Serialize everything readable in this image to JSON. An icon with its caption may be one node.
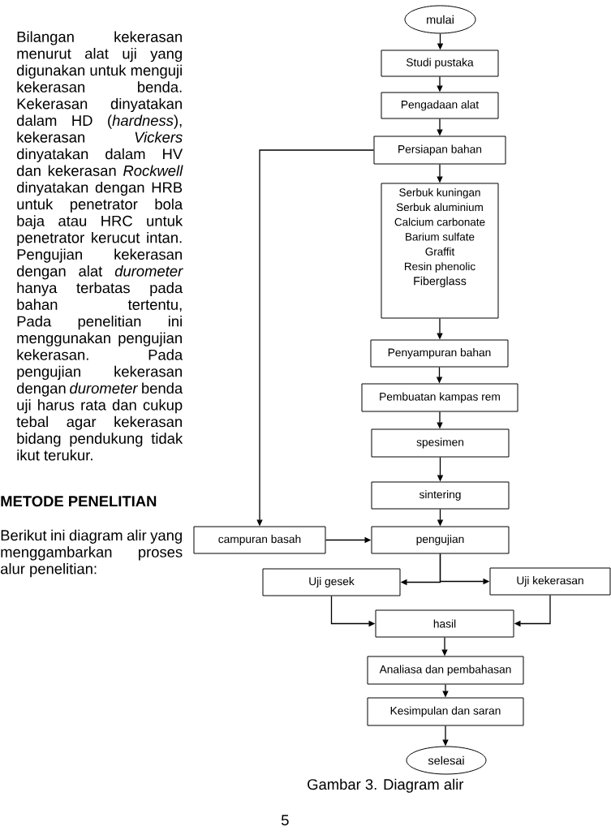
{
  "diagram": {
    "caption": "Gambar 3. Diagram alir",
    "nodes": [
      {
        "text": [
          "mulai"
        ]
      },
      {
        "text": [
          "Studi pustaka"
        ]
      },
      {
        "text": [
          "Pengadaan alat"
        ]
      },
      {
        "text": [
          "Persiapan bahan"
        ]
      },
      {
        "text": [
          "Serbuk kuningan",
          "Serbuk aluminium",
          "Calcium carbonate",
          "Barium sulfate",
          "Graffit",
          "Resin phenolic",
          "Fiberglass"
        ]
      },
      {
        "text": [
          "Penyampuran bahan"
        ]
      },
      {
        "text": [
          "Pembuatan kampas rem"
        ]
      },
      {
        "text": [
          "spesimen"
        ]
      },
      {
        "text": [
          "sintering"
        ]
      },
      {
        "text": [
          "campuran basah"
        ]
      },
      {
        "text": [
          "pengujian"
        ]
      },
      {
        "text": [
          "Uji gesek"
        ]
      },
      {
        "text": [
          "Uji kekerasan"
        ]
      },
      {
        "text": [
          "hasil"
        ]
      },
      {
        "text": [
          "Analiasa dan pembahasan"
        ]
      },
      {
        "text": [
          "Kesimpulan dan saran"
        ]
      },
      {
        "text": [
          "selesai"
        ]
      }
    ],
    "edges": [
      {
        "from": 0,
        "to": 1,
        "arrow": "to"
      },
      {
        "from": 1,
        "to": 2,
        "arrow": "to"
      },
      {
        "from": 2,
        "to": 3,
        "arrow": "to"
      },
      {
        "from": 3,
        "to": 4,
        "arrow": "to"
      },
      {
        "from": 4,
        "to": 5,
        "arrow": "to"
      },
      {
        "from": 5,
        "to": 6,
        "arrow": "to"
      },
      {
        "from": 6,
        "to": 7,
        "arrow": "to"
      },
      {
        "from": 7,
        "to": 8,
        "arrow": "to"
      },
      {
        "from": 8,
        "to": 10,
        "arrow": "to"
      },
      {
        "from": 3,
        "to": 9,
        "arrow": "to"
      },
      {
        "from": 9,
        "to": 10,
        "arrow": "to"
      },
      {
        "from": 10,
        "to": 11,
        "arrow": "to"
      },
      {
        "from": 10,
        "to": 12,
        "arrow": "to"
      },
      {
        "from": 11,
        "to": 13,
        "arrow": "to"
      },
      {
        "from": 12,
        "to": 13,
        "arrow": "to"
      },
      {
        "from": 13,
        "to": 14,
        "arrow": "to"
      },
      {
        "from": 14,
        "to": 15,
        "arrow": "to"
      },
      {
        "from": 15,
        "to": 16,
        "arrow": "to"
      }
    ],
    "labels": [
      "Bilangan kekerasan menurut alat uji yang digunakan untuk menguji kekerasan benda. Kekerasan dinyatakan dalam HD (*hardness*), kekerasan *Vickers* dinyatakan dalam HV dan kekerasan *Rockwell* dinyatakan dengan HRB untuk penetrator bola baja atau HRC untuk penetrator kerucut intan. Pengujian kekerasan dengan alat *durometer* hanya terbatas pada bahan tertentu, Pada penelitian ini menggunakan pengujian kekerasan. Pada pengujian kekerasan dengan *durometer* benda uji harus rata dan cukup tebal agar kekerasan bidang pendukung tidak ikut terukur.",
      "METODE PENELITIAN",
      "Berikut ini diagram alir yang menggambarkan proses alur penelitian:",
      "5"
    ]
  }
}
